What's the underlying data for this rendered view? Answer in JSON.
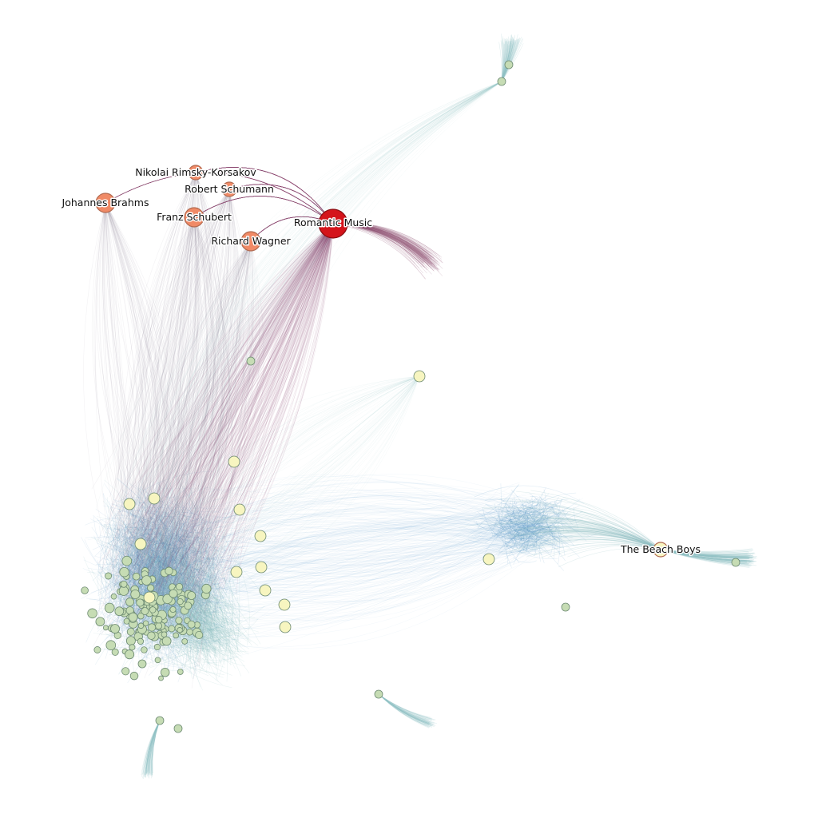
{
  "graph": {
    "background": "#ffffff",
    "colors": {
      "hub": "#d4141b",
      "composer": "#f08a66",
      "node_yellow": "#f7f5c0",
      "node_green": "#c6dcb4",
      "edge_blue": "#4a8ec0",
      "edge_teal": "#8fc1c3",
      "edge_purple": "#8a4a70",
      "edge_gray": "#8b7e94"
    },
    "labeled_nodes": [
      {
        "id": "romantic-music",
        "label": "Romantic Music",
        "role": "hub"
      },
      {
        "id": "johannes-brahms",
        "label": "Johannes Brahms",
        "role": "composer"
      },
      {
        "id": "nikolai-rimsky-korsakov",
        "label": "Nikolai Rimsky-Korsakov",
        "role": "composer"
      },
      {
        "id": "robert-schumann",
        "label": "Robert Schumann",
        "role": "composer"
      },
      {
        "id": "franz-schubert",
        "label": "Franz Schubert",
        "role": "composer"
      },
      {
        "id": "richard-wagner",
        "label": "Richard Wagner",
        "role": "composer"
      },
      {
        "id": "the-beach-boys",
        "label": "The Beach Boys",
        "role": "artist"
      }
    ]
  }
}
